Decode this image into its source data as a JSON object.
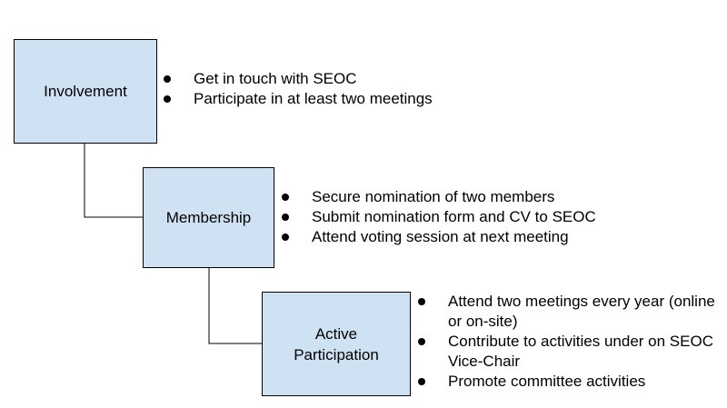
{
  "stages": [
    {
      "label": "Involvement",
      "items": [
        "Get in touch with SEOC",
        "Participate in at least two meetings"
      ]
    },
    {
      "label": "Membership",
      "items": [
        "Secure nomination of two members",
        "Submit nomination form and CV to SEOC",
        "Attend voting session at next meeting"
      ]
    },
    {
      "label_line1": "Active",
      "label_line2": "Participation",
      "items": [
        "Attend two meetings every year (online or on-site)",
        "Contribute to activities under on SEOC Vice-Chair",
        "Promote committee activities"
      ]
    }
  ],
  "colors": {
    "box_fill": "#cfe2f3",
    "box_border": "#000000",
    "text": "#000000"
  }
}
